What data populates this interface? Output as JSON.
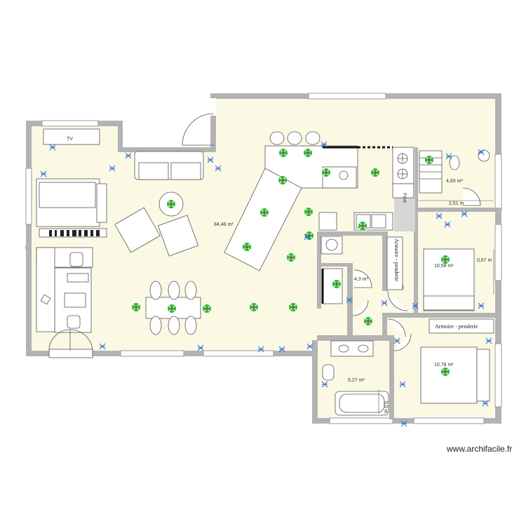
{
  "rooms": [
    {
      "id": "main",
      "area": "84,46 m²"
    },
    {
      "id": "wc",
      "area": "4,83 m²"
    },
    {
      "id": "laundry",
      "area": "4,3 m²"
    },
    {
      "id": "bedroom1",
      "area": "10,58 m²"
    },
    {
      "id": "bedroom2",
      "area": "10,78 m²"
    },
    {
      "id": "bathroom",
      "area": "5,27 m²"
    }
  ],
  "dimensions": [
    "2,51 m",
    "0,67 m",
    "0,5 m"
  ],
  "labels": {
    "tv": "TV",
    "oven": "Four",
    "wardrobe_v": "Armoire - penderie",
    "wardrobe_h": "Armoire - penderie"
  },
  "watermark": "www.archifacile.fr",
  "colors": {
    "wall": "#b3b3b3",
    "floor": "#fbf9e4",
    "light": "#1fc23a",
    "light_center": "#d9362a",
    "socket": "#2a6fd6"
  }
}
